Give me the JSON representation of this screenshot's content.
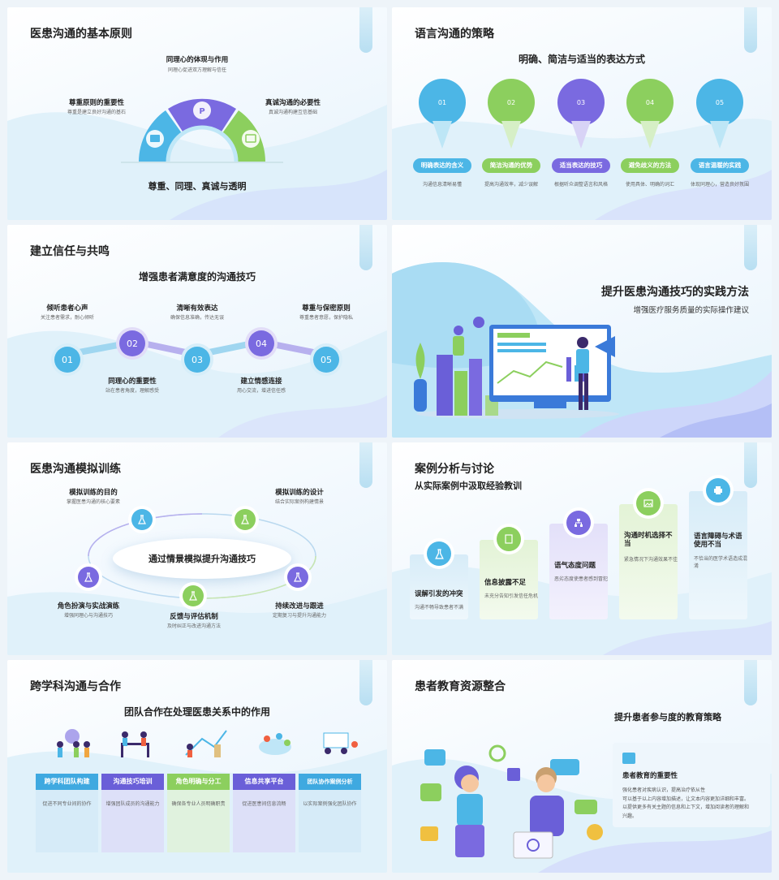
{
  "s1": {
    "title": "医患沟通的基本原则",
    "top_label": "同理心的体现与作用",
    "top_desc": "同理心促进双方理解与信任",
    "left_label": "尊重原则的重要性",
    "left_desc": "尊重是建立良好沟通的基石",
    "right_label": "真诚沟通的必要性",
    "right_desc": "真诚沟通构建互信基础",
    "bottom": "尊重、同理、真诚与透明"
  },
  "s2": {
    "title": "语言沟通的策略",
    "subtitle": "明确、简洁与适当的表达方式",
    "items": [
      {
        "num": "01",
        "label": "明确表达的含义",
        "desc": "沟通信息清晰易懂",
        "color": "#4cb6e6"
      },
      {
        "num": "02",
        "label": "简洁沟通的优势",
        "desc": "提高沟通效率，减少误解",
        "color": "#8ccf5e"
      },
      {
        "num": "03",
        "label": "适当表达的技巧",
        "desc": "根据听众调整语言和风格",
        "color": "#7a6ae0"
      },
      {
        "num": "04",
        "label": "避免歧义的方法",
        "desc": "使用具体、明确的词汇",
        "color": "#8ccf5e"
      },
      {
        "num": "05",
        "label": "语言温暖的实践",
        "desc": "体现同理心，营造良好氛围",
        "color": "#4cb6e6"
      }
    ]
  },
  "s3": {
    "title": "建立信任与共鸣",
    "subtitle": "增强患者满意度的沟通技巧",
    "items": [
      {
        "num": "01",
        "label": "倾听患者心声",
        "desc": "关注患者需求，耐心倾听"
      },
      {
        "num": "02",
        "label": "同理心的重要性",
        "desc": "站在患者角度，理解感受"
      },
      {
        "num": "03",
        "label": "清晰有效表达",
        "desc": "确保信息准确，传达无误"
      },
      {
        "num": "04",
        "label": "建立情感连接",
        "desc": "用心交流，增进信任感"
      },
      {
        "num": "05",
        "label": "尊重与保密原则",
        "desc": "尊重患者意愿，保护隐私"
      }
    ]
  },
  "s4": {
    "title": "提升医患沟通技巧的实践方法",
    "subtitle": "增强医疗服务质量的实际操作建议"
  },
  "s5": {
    "title": "医患沟通模拟训练",
    "center": "通过情景模拟提升沟通技巧",
    "items": [
      {
        "label": "模拟训练的目的",
        "desc": "掌握医患沟通的核心要素"
      },
      {
        "label": "模拟训练的设计",
        "desc": "结合实际案例构建情景"
      },
      {
        "label": "持续改进与跟进",
        "desc": "定期复习与提升沟通能力"
      },
      {
        "label": "反馈与评估机制",
        "desc": "及时纠正与改进沟通方法"
      },
      {
        "label": "角色扮演与实战演练",
        "desc": "增强同理心与沟通技巧"
      }
    ]
  },
  "s6": {
    "title": "案例分析与讨论",
    "subtitle": "从实际案例中汲取经验教训",
    "cards": [
      {
        "label": "误解引发的冲突",
        "desc": "沟通不畅导致患者不满"
      },
      {
        "label": "信息披露不足",
        "desc": "未充分告知引发信任危机"
      },
      {
        "label": "语气态度问题",
        "desc": "恶劣态度使患者感到冒犯"
      },
      {
        "label": "沟通时机选择不当",
        "desc": "紧急情况下沟通效果不佳"
      },
      {
        "label": "语言障碍与术语使用不当",
        "desc": "不恰当的医学术语造成混淆"
      }
    ]
  },
  "s7": {
    "title": "跨学科沟通与合作",
    "subtitle": "团队合作在处理医患关系中的作用",
    "cols": [
      {
        "label": "跨学科团队构建",
        "desc": "促进不同专业间的协作",
        "color": "#3fa9e0"
      },
      {
        "label": "沟通技巧培训",
        "desc": "增强团队成员的沟通能力",
        "color": "#6a5fd8"
      },
      {
        "label": "角色明确与分工",
        "desc": "确保各专业人员明确职责",
        "color": "#8ccf5e"
      },
      {
        "label": "信息共享平台",
        "desc": "促进医患间信息流畅",
        "color": "#6a5fd8"
      },
      {
        "label": "团队协作案例分析",
        "desc": "以实际案例强化团队协作",
        "color": "#3fa9e0"
      }
    ]
  },
  "s8": {
    "title": "患者教育资源整合",
    "subtitle": "提升患者参与度的教育策略",
    "card_title": "患者教育的重要性",
    "card_lines": [
      "强化患者对疾病认识，提高治疗依从性",
      "可以基于以上内容增加描述，让文本内容更加详细和丰富。",
      "以提供更多有关主题的信息和上下文，增加阅读者的理解和",
      "兴趣。"
    ]
  }
}
